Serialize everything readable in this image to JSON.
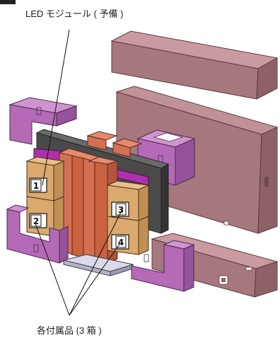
{
  "labels": {
    "top_caption": "LED モジュール ( 予備 )",
    "bottom_caption": "各付属品 (3 箱 )",
    "box_numbers": [
      "1",
      "2",
      "3",
      "4"
    ]
  },
  "colors": {
    "packing_material": "#b46ab6",
    "outer_carton": "#a6777c",
    "accessory_box": "#dba96d",
    "module_box": "#d46f51",
    "panel": "#4a4a4a",
    "base_plate": "#c9c6d8"
  }
}
